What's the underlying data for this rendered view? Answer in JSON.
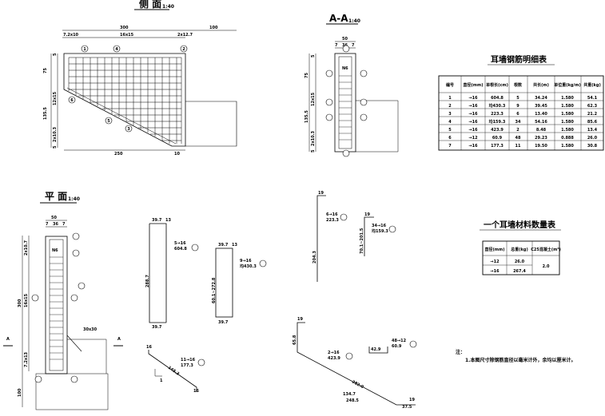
{
  "views": {
    "side": {
      "title": "侧 面",
      "scale": "1:40"
    },
    "section": {
      "title": "A-A",
      "scale": "1:40"
    },
    "plan": {
      "title": "平 面",
      "scale": "1:40"
    }
  },
  "side_dims": {
    "top_total": "300",
    "top_right": "100",
    "top_a": "7.2x10",
    "top_b": "16x15",
    "top_c": "2x12.7",
    "left_a": "75",
    "left_b": "12x15",
    "left_c": "135.5",
    "left_d": "5",
    "left_e": "2x10.3",
    "left_f": "5",
    "bottom_a": "250",
    "bottom_b": "10"
  },
  "section_dims": {
    "top_total": "50",
    "top_a": "7",
    "top_b": "36",
    "top_c": "7",
    "left_a": "75",
    "left_b": "12x15",
    "left_c": "135.5",
    "left_d": "5",
    "left_e": "2x10.3",
    "left_f": "5",
    "label_n6": "N6"
  },
  "plan_dims": {
    "top_total": "50",
    "top_a": "7",
    "top_b": "36",
    "top_c": "7",
    "left_a": "2x10.7",
    "left_b": "16x15",
    "left_c": "300",
    "left_d": "7.2x13",
    "left_e": "100",
    "label_n6": "N6",
    "chamfer": "30x30",
    "sect_mark": "A"
  },
  "bars": {
    "b1": {
      "spec": "5→16",
      "len": "604.8",
      "dim_top": "39.7",
      "dim_top2": "13",
      "dim_side": "288.7",
      "dim_bot": "39.7"
    },
    "b2": {
      "spec": "9→16",
      "len": "均430.3",
      "dim_top": "39.7",
      "dim_top2": "13",
      "dim_side": "60.1~272.8",
      "dim_bot": "39.7"
    },
    "b3": {
      "spec": "6→16",
      "len": "223.3",
      "dim_top": "19",
      "dim_side": "204.3"
    },
    "b4": {
      "spec": "34→16",
      "len": "均159.3",
      "dim_top": "19",
      "dim_side": "70.1~201.5"
    },
    "b5": {
      "spec": "2→16",
      "len": "423.9",
      "dim_top": "19",
      "dim_side": "65.8",
      "dim_diag": "282.0",
      "dim_a": "134.7",
      "dim_b": "248.5",
      "dim_c": "37.5",
      "dim_d": "19"
    },
    "b6": {
      "spec": "48→12",
      "len": "60.9",
      "dim_a": "42.9"
    },
    "b7": {
      "spec": "11→16",
      "len": "177.3",
      "dim_a": "16",
      "dim_diag": "145.3",
      "dim_b": "16",
      "slope": "1"
    }
  },
  "rebar_table": {
    "title": "耳墙钢筋明细表",
    "headers": [
      "编号",
      "直径(mm)",
      "单根长(cm)",
      "根数",
      "共长(m)",
      "单位重(kg/m)",
      "共重(kg)"
    ],
    "rows": [
      [
        "1",
        "→16",
        "604.8",
        "5",
        "34.24",
        "1.580",
        "54.1"
      ],
      [
        "2",
        "→16",
        "均430.3",
        "9",
        "39.45",
        "1.580",
        "62.3"
      ],
      [
        "3",
        "→16",
        "223.3",
        "6",
        "13.40",
        "1.580",
        "21.2"
      ],
      [
        "4",
        "→16",
        "均159.3",
        "34",
        "54.16",
        "1.580",
        "85.6"
      ],
      [
        "5",
        "→16",
        "423.9",
        "2",
        "8.48",
        "1.580",
        "13.4"
      ],
      [
        "6",
        "→12",
        "60.9",
        "48",
        "29.23",
        "0.888",
        "26.0"
      ],
      [
        "7",
        "→16",
        "177.3",
        "11",
        "19.50",
        "1.580",
        "30.8"
      ]
    ]
  },
  "material_table": {
    "title": "一个耳墙材料数量表",
    "headers": [
      "直径(mm)",
      "总重(kg)",
      "C25混凝土(m³)"
    ],
    "rows": [
      [
        "→12",
        "26.0",
        "2.0"
      ],
      [
        "→16",
        "267.4",
        ""
      ]
    ]
  },
  "notes": {
    "label": "注：",
    "line1": "1.本图尺寸除钢筋直径以毫米计外，余均以厘米计。"
  }
}
